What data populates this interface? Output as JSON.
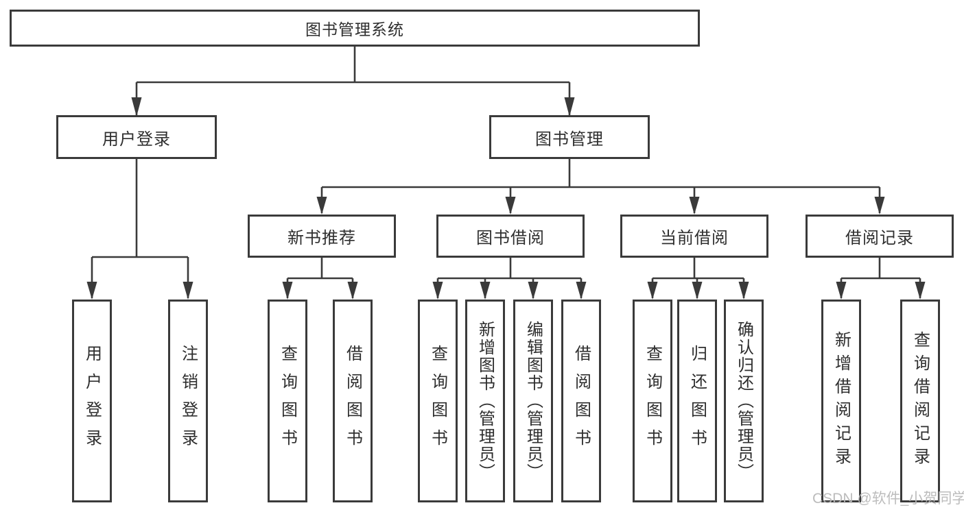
{
  "colors": {
    "line": "#3a3a3a",
    "text": "#2e2e2e",
    "background": "#ffffff",
    "watermark": "#b8b8b8"
  },
  "root": {
    "label": "图书管理系统"
  },
  "level2": {
    "user_login": "用户登录",
    "book_mgmt": "图书管理"
  },
  "level3": {
    "new_book": "新书推荐",
    "book_borrow": "图书借阅",
    "current_borrow": "当前借阅",
    "borrow_records": "借阅记录"
  },
  "leaves": {
    "user_login": [
      "用户登录",
      "注销登录"
    ],
    "new_book": [
      "查询图书",
      "借阅图书"
    ],
    "book_borrow": [
      "查询图书",
      "新增图书（管理员）",
      "编辑图书（管理员）",
      "借阅图书"
    ],
    "current_borrow": [
      "查询图书",
      "归还图书",
      "确认归还（管理员）"
    ],
    "borrow_records": [
      "新增借阅记录",
      "查询借阅记录"
    ]
  },
  "watermark": "CSDN @软件_小贺同学"
}
